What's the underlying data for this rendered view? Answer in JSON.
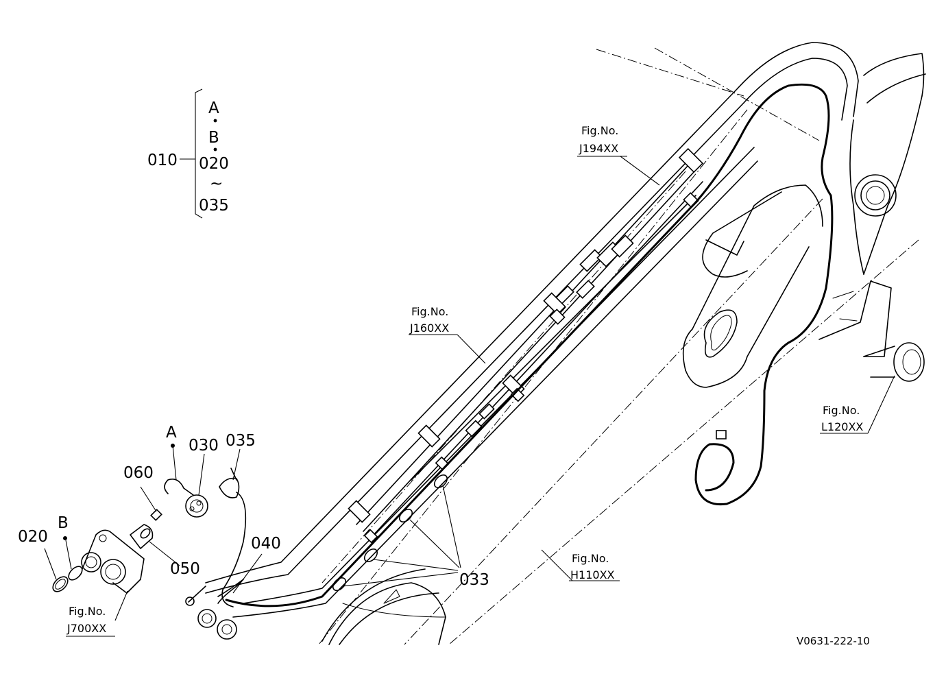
{
  "assembly": {
    "group_label": "010",
    "group_members": [
      "A",
      "B",
      "020",
      "~",
      "035"
    ]
  },
  "callouts": {
    "p020": "020",
    "B": "B",
    "A": "A",
    "p060": "060",
    "p030": "030",
    "p035": "035",
    "p050": "050",
    "p040": "040",
    "p033": "033"
  },
  "figure_refs": {
    "j194": {
      "prefix": "Fig.No.",
      "code": "J194XX"
    },
    "j160": {
      "prefix": "Fig.No.",
      "code": "J160XX"
    },
    "l120": {
      "prefix": "Fig.No.",
      "code": "L120XX"
    },
    "h110": {
      "prefix": "Fig.No.",
      "code": "H110XX"
    },
    "j700": {
      "prefix": "Fig.No.",
      "code": "J700XX"
    }
  },
  "drawing_code": "V0631-222-10"
}
